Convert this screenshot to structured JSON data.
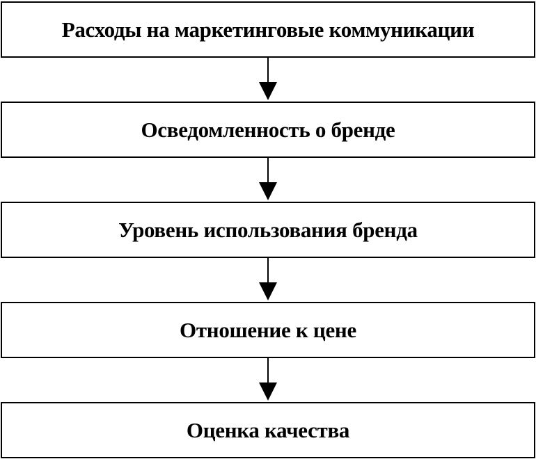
{
  "diagram": {
    "steps": [
      {
        "label": "Расходы на маркетинговые коммуникации"
      },
      {
        "label": "Осведомленность о бренде"
      },
      {
        "label": "Уровень использования бренда"
      },
      {
        "label": "Отношение к цене"
      },
      {
        "label": "Оценка качества"
      }
    ],
    "colors": {
      "stroke": "#000000",
      "background": "#ffffff"
    }
  }
}
